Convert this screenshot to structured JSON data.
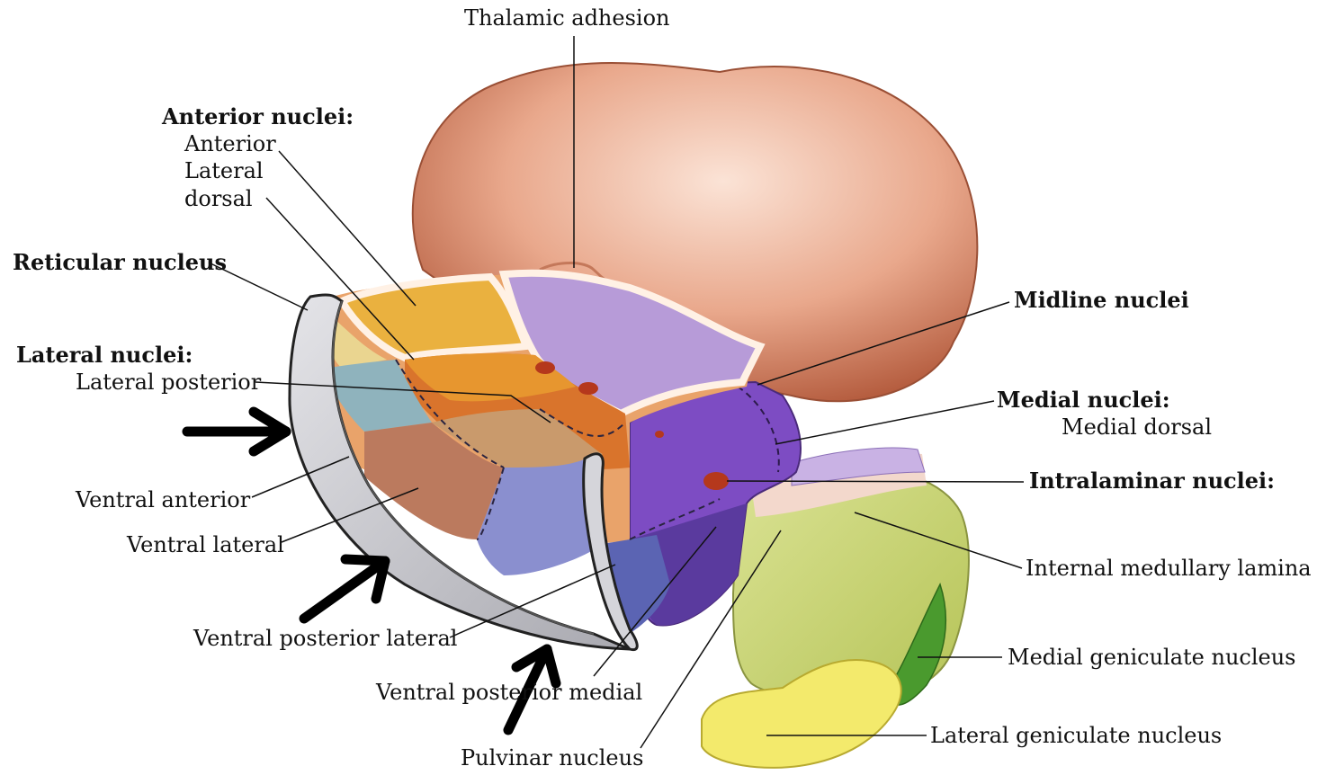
{
  "labels": {
    "thalamic_adhesion": "Thalamic adhesion",
    "anterior_nuclei_heading": "Anterior nuclei:",
    "anterior": "Anterior",
    "lateral": "Lateral",
    "dorsal": "dorsal",
    "reticular_nucleus": "Reticular nucleus",
    "lateral_nuclei_heading": "Lateral nuclei:",
    "lateral_posterior": "Lateral posterior",
    "ventral_anterior": "Ventral anterior",
    "ventral_lateral": "Ventral lateral",
    "ventral_posterior_lateral": "Ventral posterior lateral",
    "ventral_posterior_medial": "Ventral posterior medial",
    "pulvinar_nucleus": "Pulvinar nucleus",
    "midline_nuclei": "Midline nuclei",
    "medial_nuclei_heading": "Medial nuclei:",
    "medial_dorsal": "Medial dorsal",
    "intralaminar_nuclei": "Intralaminar nuclei:",
    "internal_medullary_lamina": "Internal medullary lamina",
    "medial_geniculate_nucleus": "Medial geniculate nucleus",
    "lateral_geniculate_nucleus": "Lateral geniculate nucleus"
  },
  "colors": {
    "thalamus_surface": "#d4876a",
    "anterior_nuclei": "#eab13f",
    "medial_purple": "#b79bd8",
    "medial_dorsal": "#7d4cc3",
    "ventral_orange": "#d9742c",
    "ventral_lateral": "#bb7a5e",
    "ventral_posterior": "#8a8fcf",
    "pulvinar": "#c7d36c",
    "medial_geniculate": "#4a9a2e",
    "lateral_geniculate": "#f3ea6c",
    "lamina": "#f3d8cc",
    "reticular_shell": "#c8c8cc",
    "arrows": "#000000"
  },
  "arrows": [
    "arrow-right",
    "arrow-up-right",
    "arrow-up-right"
  ]
}
